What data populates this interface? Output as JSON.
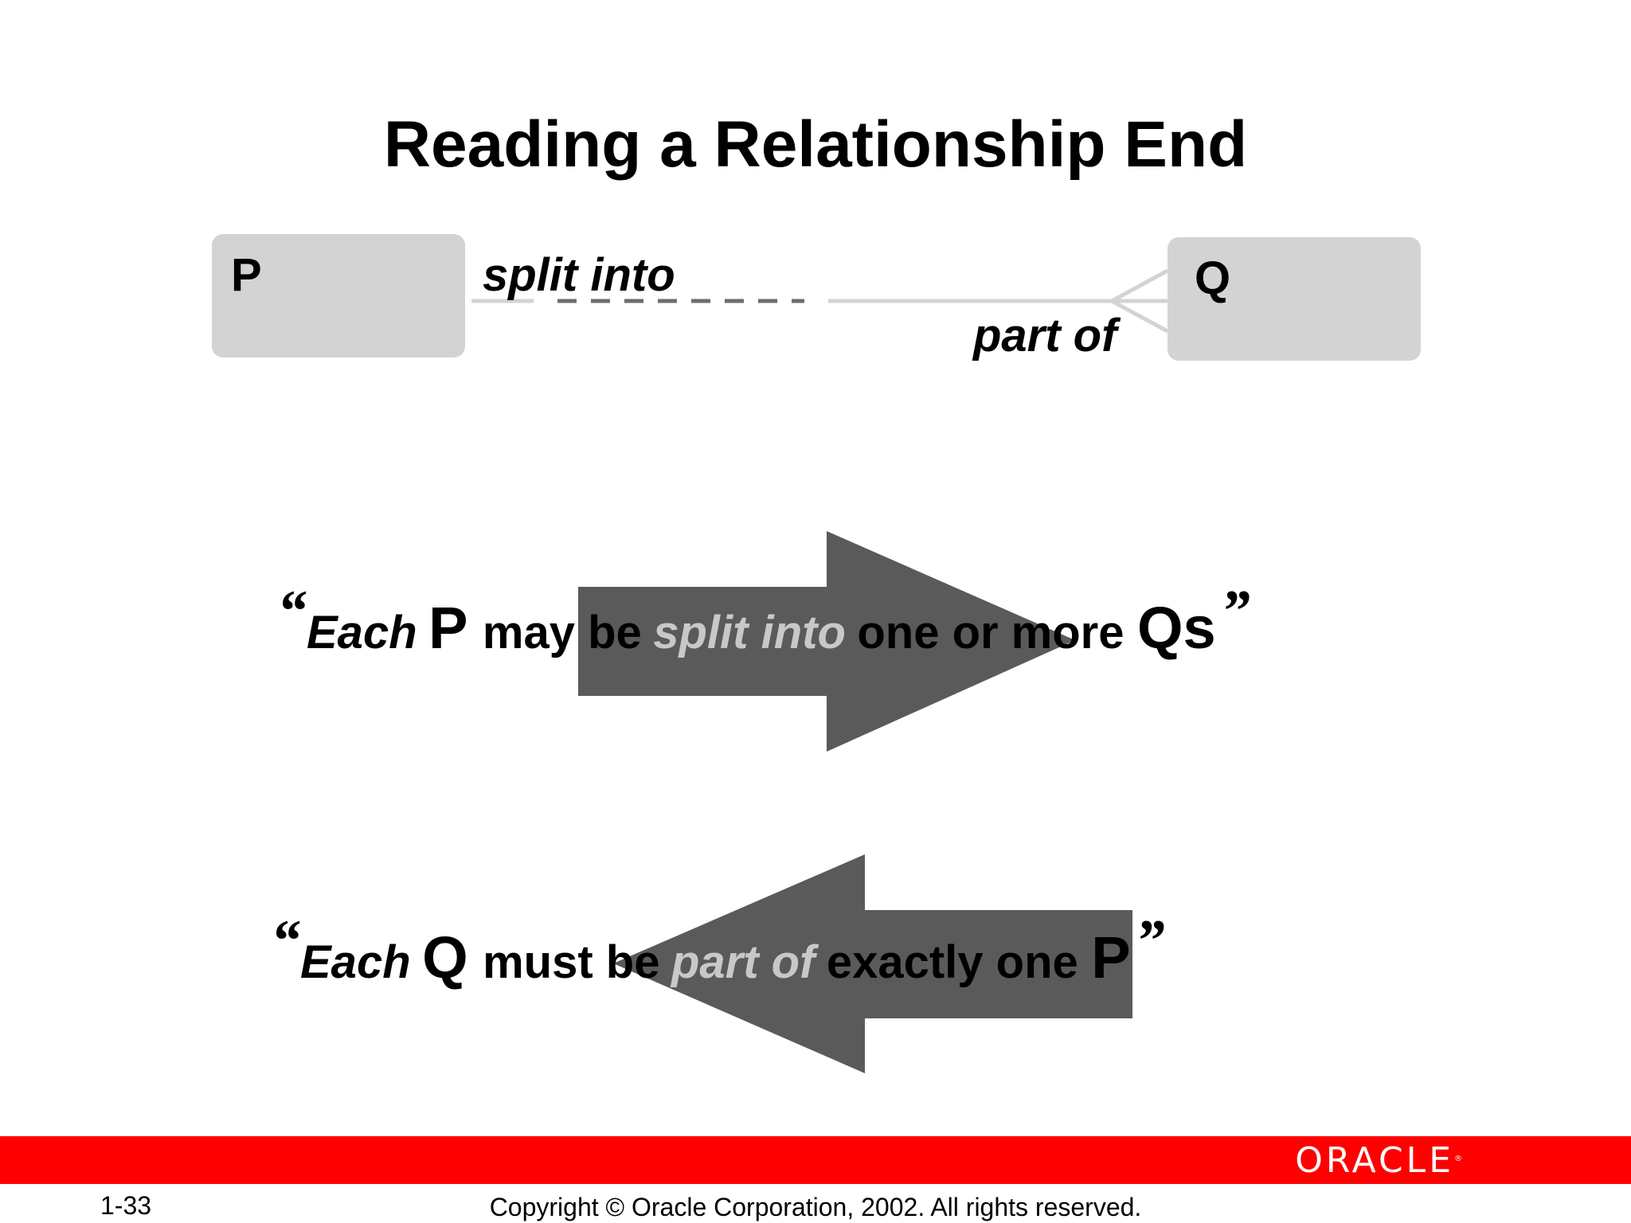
{
  "slide": {
    "title": "Reading a Relationship End",
    "entities": {
      "p": "P",
      "q": "Q"
    },
    "relationship": {
      "p_to_q": "split into",
      "q_to_p": "part of"
    },
    "sentence1": {
      "open_quote": "“",
      "each": "Each",
      "entity_from": "P",
      "optionality": "may be",
      "phrase": "split into",
      "cardinality": "one or more",
      "entity_to": "Qs",
      "close_quote": "”"
    },
    "sentence2": {
      "open_quote": "“",
      "each": "Each",
      "entity_from": "Q",
      "optionality": "must be",
      "phrase": "part of",
      "cardinality": "exactly one",
      "entity_to": "P",
      "close_quote": "”"
    }
  },
  "footer": {
    "logo": "ORACLE",
    "logo_mark": "®",
    "page_number": "1-33",
    "copyright": "Copyright © Oracle Corporation, 2002. All rights reserved."
  },
  "colors": {
    "entity_fill": "#d3d3d3",
    "arrow_fill": "#5a5a5a",
    "line_solid": "#d3d3d3",
    "line_dashed": "#6e6e6e",
    "footer_bar": "#ff0000",
    "phrase_text": "#c8c8c8"
  }
}
